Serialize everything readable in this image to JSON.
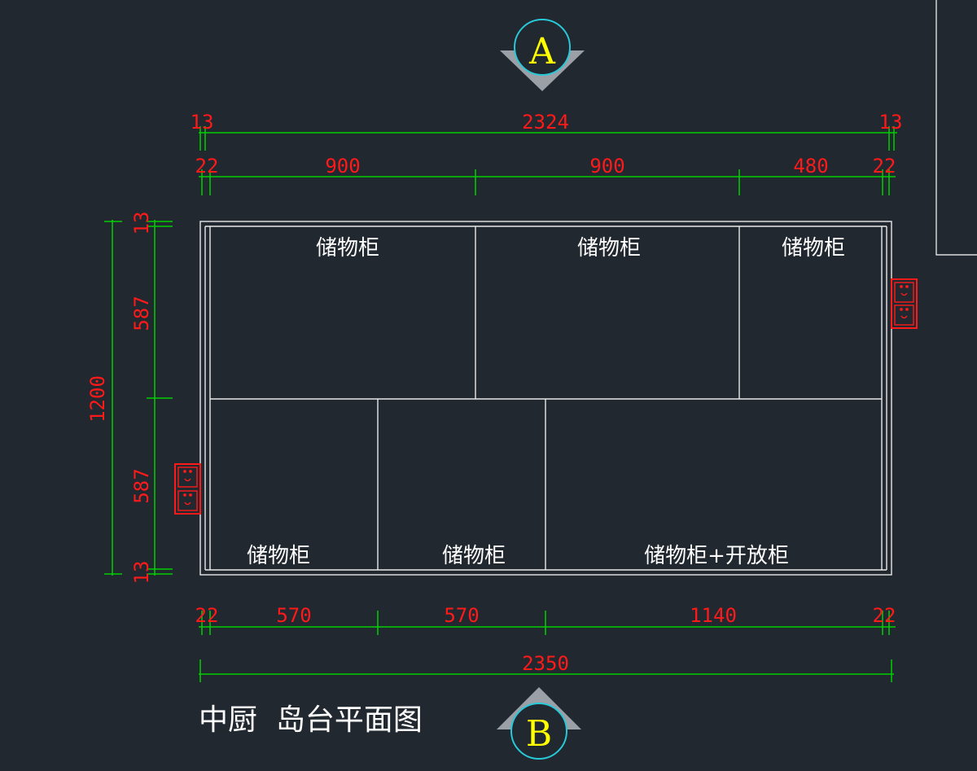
{
  "title": "中厨  岛台平面图",
  "markers": {
    "top": "A",
    "bottom": "B"
  },
  "colors": {
    "background": "#212830",
    "dimension_line": "#00d000",
    "dimension_text": "#ff1a1a",
    "outline": "#ffffff",
    "marker_text": "#ffff00",
    "marker_circle": "#28c8d8"
  },
  "top_dims": {
    "total": "2324",
    "left_edge": "13",
    "right_edge": "13",
    "seg1": "900",
    "seg2": "900",
    "seg3": "480",
    "left_small": "22",
    "right_small": "22"
  },
  "side_dims": {
    "total": "1200",
    "top_edge": "13",
    "bottom_edge": "13",
    "upper": "587",
    "lower": "587"
  },
  "bottom_dims": {
    "total": "2350",
    "left_small": "22",
    "right_small": "22",
    "seg1": "570",
    "seg2": "570",
    "seg3": "1140"
  },
  "cabinets": {
    "top": [
      "储物柜",
      "储物柜",
      "储物柜"
    ],
    "bottom": [
      "储物柜",
      "储物柜",
      "储物柜+开放柜"
    ]
  },
  "icons": [
    "double-socket-icon",
    "double-socket-icon"
  ]
}
